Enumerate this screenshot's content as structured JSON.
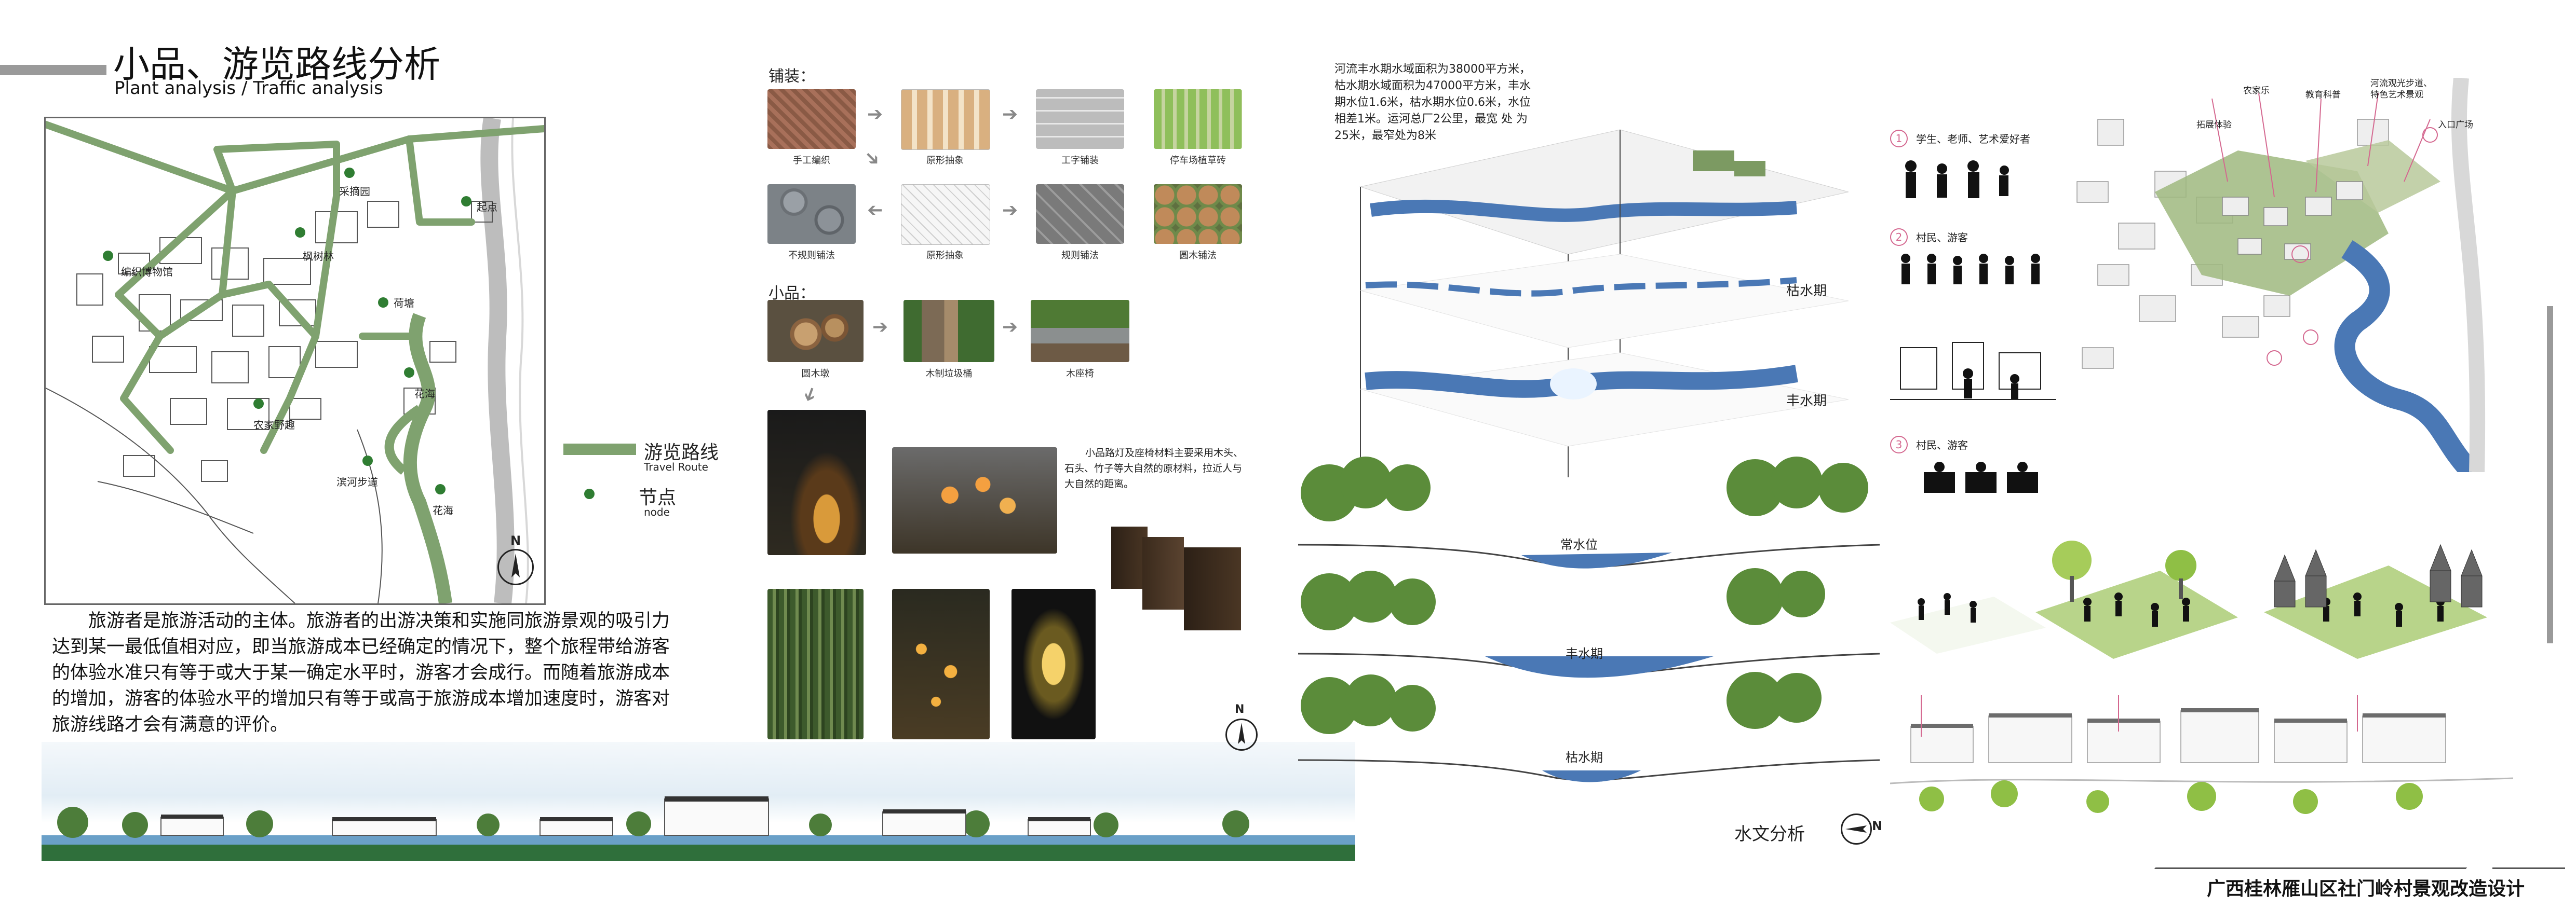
{
  "header": {
    "title": "小品、游览路线分析",
    "subtitle": "Plant analysis / Traffic analysis"
  },
  "map": {
    "labels": [
      "采摘园",
      "枫树林",
      "编织博物馆",
      "起点",
      "荷塘",
      "花海",
      "农家野趣",
      "滨河步道",
      "花海"
    ],
    "legend": {
      "route_cn": "游览路线",
      "route_en": "Travel Route",
      "node_cn": "节点",
      "node_en": "node"
    },
    "north": "N"
  },
  "intro_text": [
    "旅游者是旅游活动的主体。旅游者的出游决策和实施同旅游景观的吸引力",
    "达到某一最低值相对应，即当旅游成本已经确定的情况下，整个旅程带给游客",
    "的体验水准只有等于或大于某一确定水平时，游客才会成行。而随着旅游成本",
    "的增加，游客的体验水平的增加只有等于或高于旅游成本增加速度时，游客对",
    "旅游线路才会有满意的评价。"
  ],
  "paving": {
    "heading": "铺装：",
    "items": [
      "手工编织",
      "原形抽象",
      "工字铺装",
      "停车场植草砖",
      "不规则铺法",
      "原形抽象",
      "规则铺法",
      "圆木铺法"
    ]
  },
  "sketch": {
    "heading": "小品：",
    "items": [
      "圆木墩",
      "木制垃圾桶",
      "木座椅"
    ],
    "note": [
      "小品路灯及座椅材料主要采用木头、",
      "石头、竹子等大自然的原材料，拉近人与",
      "大自然的距离。"
    ],
    "north": "N"
  },
  "hydrology": {
    "text": [
      "河流丰水期水域面积为38000平方米，",
      "枯水期水域面积为47000平方米，丰水",
      "期水位1.6米，枯水期水位0.6米，水位",
      "相差1米。运河总厂2公里，最宽 处 为",
      "25米，最窄处为8米"
    ],
    "dry_label": "枯水期",
    "wet_label": "丰水期",
    "section_labels": [
      "常水位",
      "丰水期",
      "枯水期"
    ],
    "heading": "水文分析",
    "north": "N"
  },
  "users": {
    "groups": [
      "学生、老师、艺术爱好者",
      "村民、游客",
      "村民、游客"
    ],
    "markers": [
      "1",
      "2",
      "3"
    ]
  },
  "plan_labels": [
    "农家乐",
    "拓展体验",
    "教育科普",
    "河流观光步道、特色艺术景观",
    "入口广场"
  ],
  "footer": {
    "project": "广西桂林雁山区社门岭村景观改造设计"
  },
  "colors": {
    "route": "#7fa26f",
    "node": "#2f7d32",
    "water": "#4a78b5",
    "pink": "#d4678f"
  }
}
